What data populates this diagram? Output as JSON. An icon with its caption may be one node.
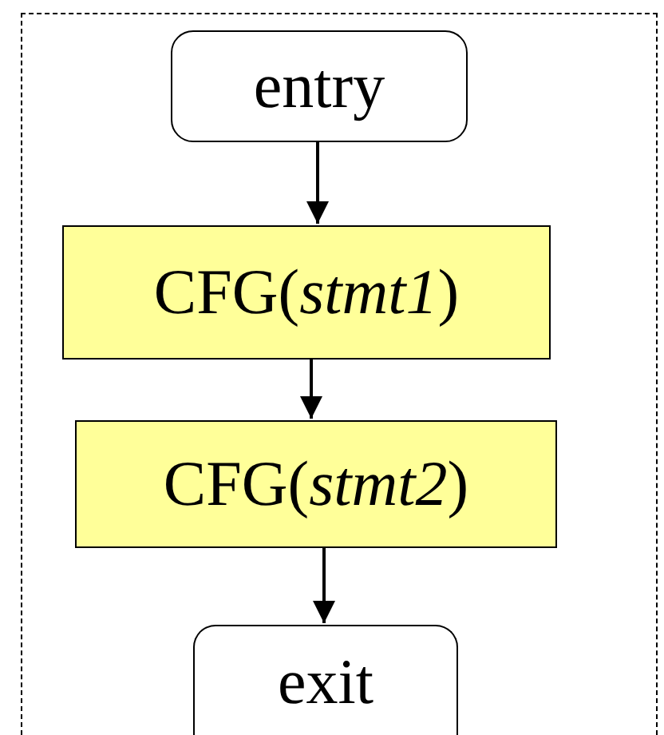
{
  "diagram": {
    "nodes": [
      {
        "text": [],
        "shape": "box"
      },
      {
        "text": [
          "entry"
        ],
        "in": 0
      },
      {
        "text": [
          "CFG(*stmt1*)"
        ],
        "in": 0
      },
      {
        "text": [
          "CFG(*stmt2*)"
        ],
        "in": 0
      },
      {
        "text": [
          "exit"
        ],
        "in": 0
      }
    ],
    "edges": [
      {
        "from": 1,
        "to": 2,
        "arrow": "to"
      },
      {
        "from": 2,
        "to": 3,
        "arrow": "to"
      },
      {
        "from": 3,
        "to": 4,
        "arrow": "to"
      }
    ]
  }
}
